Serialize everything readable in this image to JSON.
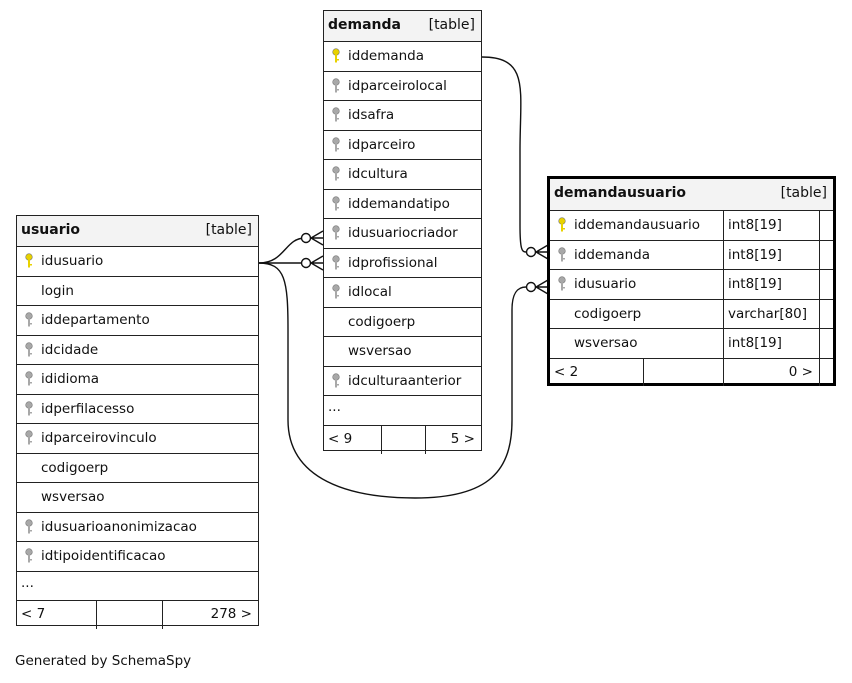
{
  "diagram": {
    "generator_text": "Generated by SchemaSpy",
    "colors": {
      "primary_key": "#e8d200",
      "foreign_key": "#a8a8a8",
      "border": "#222222",
      "header_bg": "#f3f3f3"
    },
    "tables": {
      "demanda": {
        "name": "demanda",
        "type": "[table]",
        "columns": [
          {
            "name": "iddemanda",
            "key": "primary-key-icon"
          },
          {
            "name": "idparceirolocal",
            "key": "foreign-key-icon"
          },
          {
            "name": "idsafra",
            "key": "foreign-key-icon"
          },
          {
            "name": "idparceiro",
            "key": "foreign-key-icon"
          },
          {
            "name": "idcultura",
            "key": "foreign-key-icon"
          },
          {
            "name": "iddemandatipo",
            "key": "foreign-key-icon"
          },
          {
            "name": "idusuariocriador",
            "key": "foreign-key-icon"
          },
          {
            "name": "idprofissional",
            "key": "foreign-key-icon"
          },
          {
            "name": "idlocal",
            "key": "foreign-key-icon"
          },
          {
            "name": "codigoerp",
            "key": ""
          },
          {
            "name": "wsversao",
            "key": ""
          },
          {
            "name": "idculturaanterior",
            "key": "foreign-key-icon"
          }
        ],
        "more": "...",
        "footer_left": "< 9",
        "footer_right": "5 >"
      },
      "usuario": {
        "name": "usuario",
        "type": "[table]",
        "columns": [
          {
            "name": "idusuario",
            "key": "primary-key-icon"
          },
          {
            "name": "login",
            "key": ""
          },
          {
            "name": "iddepartamento",
            "key": "foreign-key-icon"
          },
          {
            "name": "idcidade",
            "key": "foreign-key-icon"
          },
          {
            "name": "ididioma",
            "key": "foreign-key-icon"
          },
          {
            "name": "idperfilacesso",
            "key": "foreign-key-icon"
          },
          {
            "name": "idparceirovinculo",
            "key": "foreign-key-icon"
          },
          {
            "name": "codigoerp",
            "key": ""
          },
          {
            "name": "wsversao",
            "key": ""
          },
          {
            "name": "idusuarioanonimizacao",
            "key": "foreign-key-icon"
          },
          {
            "name": "idtipoidentificacao",
            "key": "foreign-key-icon"
          }
        ],
        "more": "...",
        "footer_left": "< 7",
        "footer_right": "278 >"
      },
      "demandausuario": {
        "name": "demandausuario",
        "type": "[table]",
        "columns": [
          {
            "name": "iddemandausuario",
            "key": "primary-key-icon",
            "datatype": "int8[19]"
          },
          {
            "name": "iddemanda",
            "key": "foreign-key-icon",
            "datatype": "int8[19]"
          },
          {
            "name": "idusuario",
            "key": "foreign-key-icon",
            "datatype": "int8[19]"
          },
          {
            "name": "codigoerp",
            "key": "",
            "datatype": "varchar[80]"
          },
          {
            "name": "wsversao",
            "key": "",
            "datatype": "int8[19]"
          }
        ],
        "footer_left": "< 2",
        "footer_right": "0 >"
      }
    },
    "relationships": [
      {
        "from": "usuario.idusuario",
        "to": "demanda.idusuariocriador"
      },
      {
        "from": "usuario.idusuario",
        "to": "demanda.idprofissional"
      },
      {
        "from": "demanda.iddemanda",
        "to": "demandausuario.iddemanda"
      },
      {
        "from": "usuario.idusuario",
        "to": "demandausuario.idusuario"
      }
    ]
  }
}
